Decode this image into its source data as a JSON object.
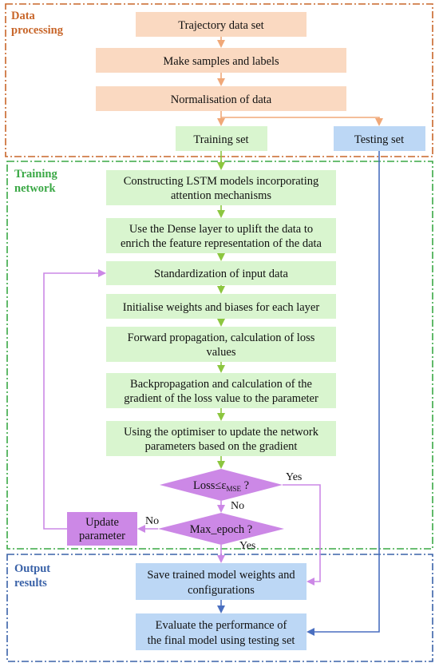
{
  "sections": {
    "data_processing": [
      "Data",
      "processing"
    ],
    "training_network": [
      "Training",
      "network"
    ],
    "output_results": [
      "Output",
      "results"
    ]
  },
  "nodes": {
    "trajectory": [
      "Trajectory data set"
    ],
    "samples": [
      "Make samples and labels"
    ],
    "normalisation": [
      "Normalisation of data"
    ],
    "training_set": [
      "Training set"
    ],
    "testing_set": [
      "Testing set"
    ],
    "lstm": [
      "Constructing LSTM models incorporating",
      "attention mechanisms"
    ],
    "dense": [
      "Use the Dense layer to uplift the data to",
      "enrich the feature representation of the data"
    ],
    "standardization": [
      "Standardization of input data"
    ],
    "init_weights": [
      "Initialise weights and biases for each layer"
    ],
    "forward": [
      "Forward propagation, calculation of loss",
      "values"
    ],
    "backprop": [
      "Backpropagation and calculation of the",
      "gradient of the loss value to the parameter"
    ],
    "optimiser": [
      "Using the optimiser to update the network",
      "parameters based on the gradient"
    ],
    "update_param": [
      "Update",
      "parameter"
    ],
    "save_model": [
      "Save trained model weights and",
      "configurations"
    ],
    "evaluate": [
      "Evaluate the performance of",
      "the final model using testing set"
    ]
  },
  "decisions": {
    "loss_check": {
      "prefix": "Loss≤",
      "symbol": "ε",
      "subscript": "MSE",
      "suffix": " ?"
    },
    "max_epoch": "Max_epoch ?"
  },
  "edge_labels": {
    "loss_yes": "Yes",
    "loss_no": "No",
    "epoch_no": "No",
    "epoch_yes": "Yes"
  },
  "colors": {
    "section_orange": "#c8662a",
    "section_green": "#3aa845",
    "section_blue": "#3a62a8",
    "peach_fill": "#fad9c1",
    "peach_arrow": "#f0a878",
    "green_fill": "#d9f5cf",
    "green_arrow": "#8cc63f",
    "blue_fill": "#bcd7f5",
    "blue_arrow": "#4a6fc0",
    "purple_fill": "#cc88e6",
    "purple_line": "#cc88e6"
  }
}
